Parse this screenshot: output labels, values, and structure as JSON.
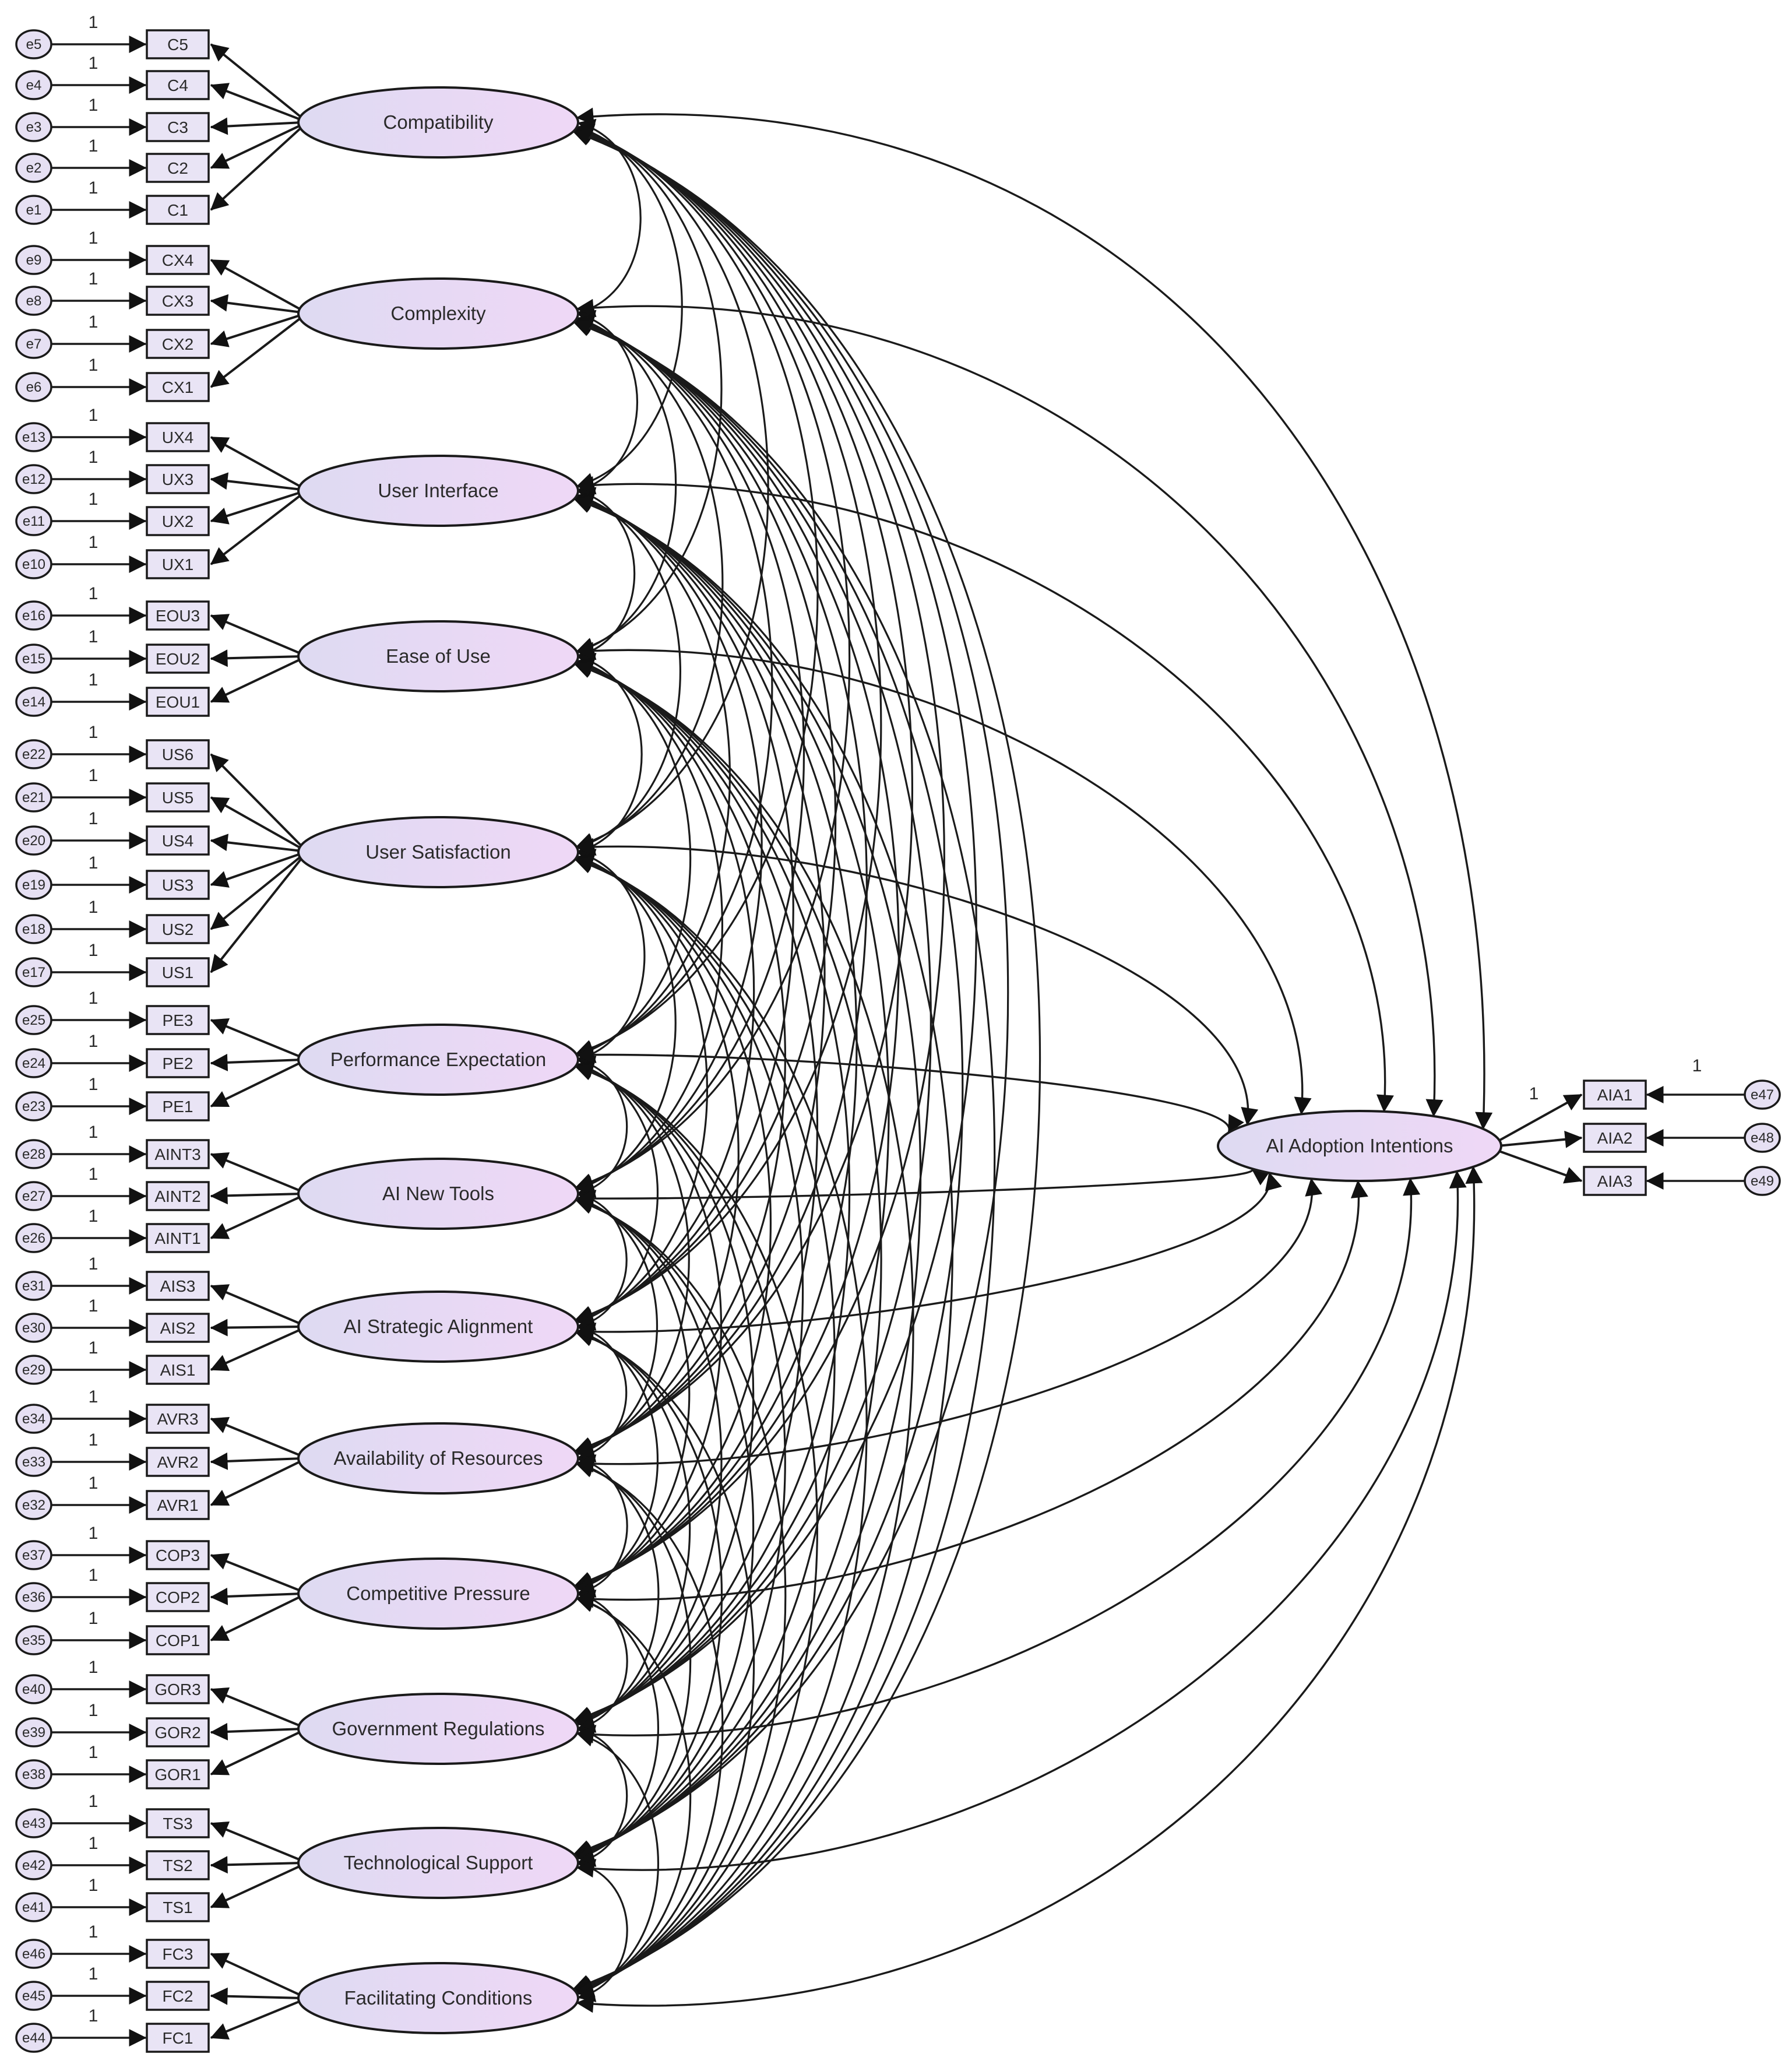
{
  "colors": {
    "latent_fill_start": "#dedaf2",
    "latent_fill_end": "#efd8f6",
    "indicator_fill": "#e9e4f5",
    "error_fill": "#e6e0f3",
    "stroke": "#1a1a1a"
  },
  "fixed_loading_label": "1",
  "factors": [
    {
      "name": "Compatibility",
      "indicators": [
        {
          "label": "C5",
          "error": "e5"
        },
        {
          "label": "C4",
          "error": "e4"
        },
        {
          "label": "C3",
          "error": "e3"
        },
        {
          "label": "C2",
          "error": "e2"
        },
        {
          "label": "C1",
          "error": "e1"
        }
      ]
    },
    {
      "name": "Complexity",
      "indicators": [
        {
          "label": "CX4",
          "error": "e9"
        },
        {
          "label": "CX3",
          "error": "e8"
        },
        {
          "label": "CX2",
          "error": "e7"
        },
        {
          "label": "CX1",
          "error": "e6"
        }
      ]
    },
    {
      "name": "User Interface",
      "indicators": [
        {
          "label": "UX4",
          "error": "e13"
        },
        {
          "label": "UX3",
          "error": "e12"
        },
        {
          "label": "UX2",
          "error": "e11"
        },
        {
          "label": "UX1",
          "error": "e10"
        }
      ]
    },
    {
      "name": "Ease of Use",
      "indicators": [
        {
          "label": "EOU3",
          "error": "e16"
        },
        {
          "label": "EOU2",
          "error": "e15"
        },
        {
          "label": "EOU1",
          "error": "e14"
        }
      ]
    },
    {
      "name": "User Satisfaction",
      "indicators": [
        {
          "label": "US6",
          "error": "e22"
        },
        {
          "label": "US5",
          "error": "e21"
        },
        {
          "label": "US4",
          "error": "e20"
        },
        {
          "label": "US3",
          "error": "e19"
        },
        {
          "label": "US2",
          "error": "e18"
        },
        {
          "label": "US1",
          "error": "e17"
        }
      ]
    },
    {
      "name": "Performance Expectation",
      "indicators": [
        {
          "label": "PE3",
          "error": "e25"
        },
        {
          "label": "PE2",
          "error": "e24"
        },
        {
          "label": "PE1",
          "error": "e23"
        }
      ]
    },
    {
      "name": "AI New Tools",
      "indicators": [
        {
          "label": "AINT3",
          "error": "e28"
        },
        {
          "label": "AINT2",
          "error": "e27"
        },
        {
          "label": "AINT1",
          "error": "e26"
        }
      ]
    },
    {
      "name": "AI Strategic Alignment",
      "indicators": [
        {
          "label": "AIS3",
          "error": "e31"
        },
        {
          "label": "AIS2",
          "error": "e30"
        },
        {
          "label": "AIS1",
          "error": "e29"
        }
      ]
    },
    {
      "name": "Availability of Resources",
      "indicators": [
        {
          "label": "AVR3",
          "error": "e34"
        },
        {
          "label": "AVR2",
          "error": "e33"
        },
        {
          "label": "AVR1",
          "error": "e32"
        }
      ]
    },
    {
      "name": "Competitive Pressure",
      "indicators": [
        {
          "label": "COP3",
          "error": "e37"
        },
        {
          "label": "COP2",
          "error": "e36"
        },
        {
          "label": "COP1",
          "error": "e35"
        }
      ]
    },
    {
      "name": "Government Regulations",
      "indicators": [
        {
          "label": "GOR3",
          "error": "e40"
        },
        {
          "label": "GOR2",
          "error": "e39"
        },
        {
          "label": "GOR1",
          "error": "e38"
        }
      ]
    },
    {
      "name": "Technological Support",
      "indicators": [
        {
          "label": "TS3",
          "error": "e43"
        },
        {
          "label": "TS2",
          "error": "e42"
        },
        {
          "label": "TS1",
          "error": "e41"
        }
      ]
    },
    {
      "name": "Facilitating Conditions",
      "indicators": [
        {
          "label": "FC3",
          "error": "e46"
        },
        {
          "label": "FC2",
          "error": "e45"
        },
        {
          "label": "FC1",
          "error": "e44"
        }
      ]
    }
  ],
  "outcome": {
    "name": "AI Adoption Intentions",
    "indicators": [
      {
        "label": "AIA1",
        "error": "e47"
      },
      {
        "label": "AIA2",
        "error": "e48"
      },
      {
        "label": "AIA3",
        "error": "e49"
      }
    ]
  }
}
